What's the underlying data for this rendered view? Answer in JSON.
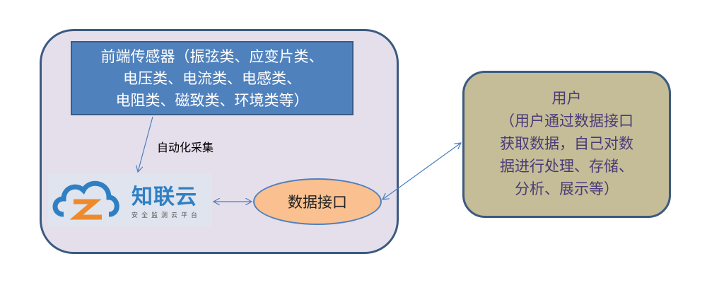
{
  "sensor_box": {
    "lines": [
      "前端传感器（振弦类、应变片类、",
      "电压类、电流类、电感类、",
      "电阻类、磁致类、环境类等）"
    ]
  },
  "collect_label": "自动化采集",
  "logo": {
    "name": "知联云",
    "subtitle": "安全监测云平台"
  },
  "data_interface": "数据接口",
  "user_box": {
    "title": "用户",
    "lines": [
      "（用户通过数据接口",
      "获取数据，自己对数",
      "据进行处理、存储、",
      "分析、展示等）"
    ]
  },
  "colors": {
    "sensor": "#4f81bd",
    "user": "#c4bd97",
    "interface": "#fac090",
    "container": "#e5dfec"
  }
}
